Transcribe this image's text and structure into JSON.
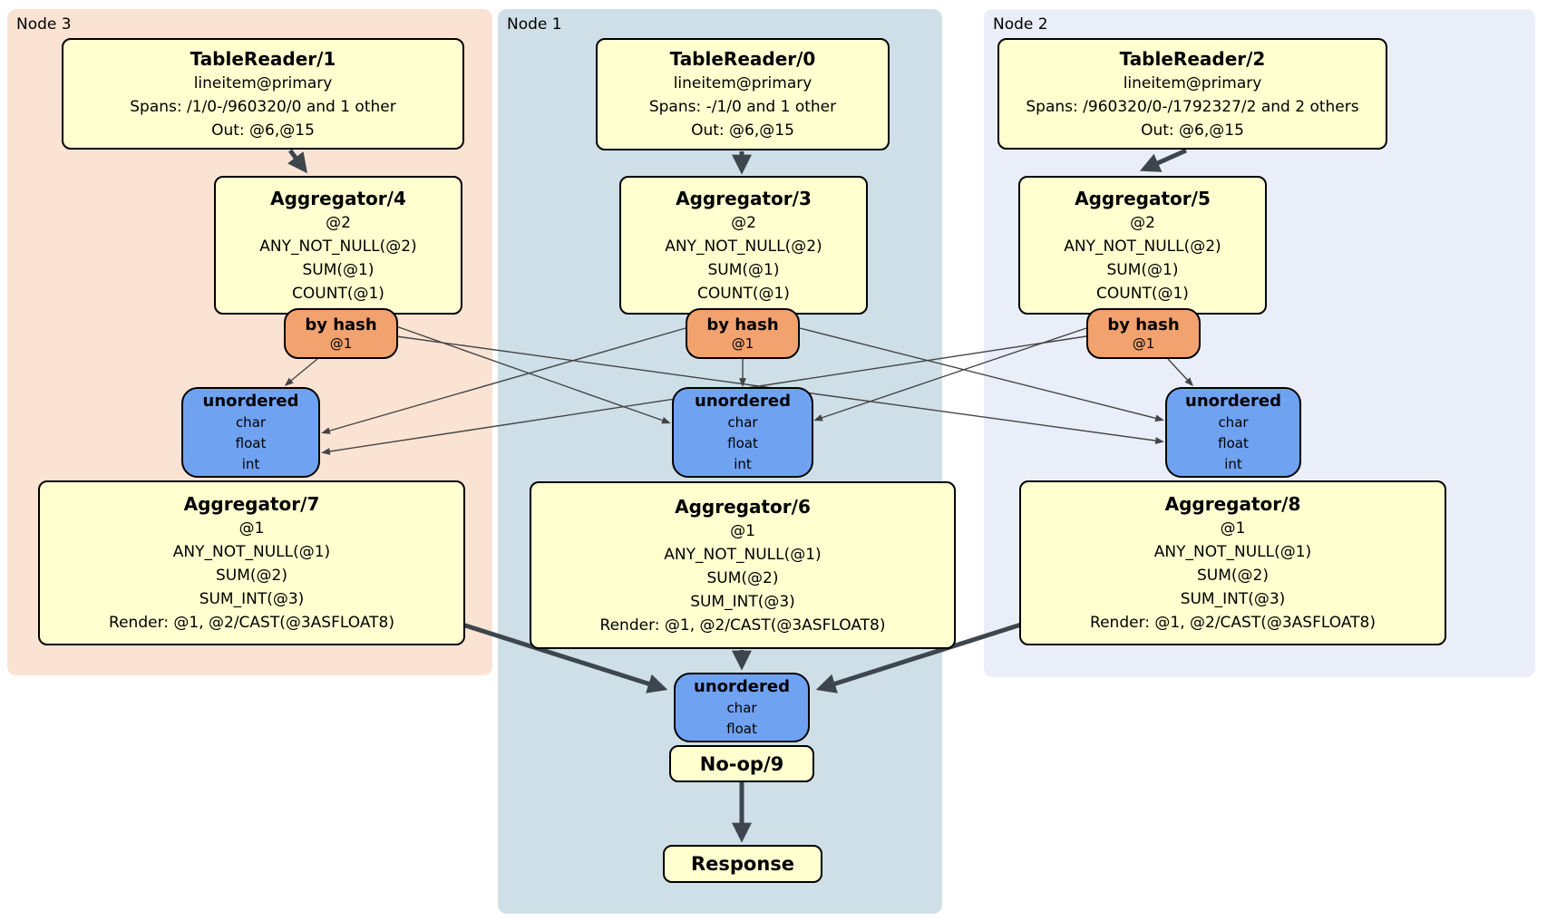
{
  "regions": {
    "node3": {
      "label": "Node 3"
    },
    "node1": {
      "label": "Node 1"
    },
    "node2": {
      "label": "Node 2"
    }
  },
  "boxes": {
    "tr1": {
      "title": "TableReader/1",
      "lines": [
        "lineitem@primary",
        "Spans: /1/0-/960320/0 and 1 other",
        "Out: @6,@15"
      ]
    },
    "tr0": {
      "title": "TableReader/0",
      "lines": [
        "lineitem@primary",
        "Spans: -/1/0 and 1 other",
        "Out: @6,@15"
      ]
    },
    "tr2": {
      "title": "TableReader/2",
      "lines": [
        "lineitem@primary",
        "Spans: /960320/0-/1792327/2 and 2 others",
        "Out: @6,@15"
      ]
    },
    "agg4": {
      "title": "Aggregator/4",
      "lines": [
        "@2",
        "ANY_NOT_NULL(@2)",
        "SUM(@1)",
        "COUNT(@1)"
      ]
    },
    "agg3": {
      "title": "Aggregator/3",
      "lines": [
        "@2",
        "ANY_NOT_NULL(@2)",
        "SUM(@1)",
        "COUNT(@1)"
      ]
    },
    "agg5": {
      "title": "Aggregator/5",
      "lines": [
        "@2",
        "ANY_NOT_NULL(@2)",
        "SUM(@1)",
        "COUNT(@1)"
      ]
    },
    "agg7": {
      "title": "Aggregator/7",
      "lines": [
        "@1",
        "ANY_NOT_NULL(@1)",
        "SUM(@2)",
        "SUM_INT(@3)",
        "Render: @1, @2/CAST(@3ASFLOAT8)"
      ]
    },
    "agg6": {
      "title": "Aggregator/6",
      "lines": [
        "@1",
        "ANY_NOT_NULL(@1)",
        "SUM(@2)",
        "SUM_INT(@3)",
        "Render: @1, @2/CAST(@3ASFLOAT8)"
      ]
    },
    "agg8": {
      "title": "Aggregator/8",
      "lines": [
        "@1",
        "ANY_NOT_NULL(@1)",
        "SUM(@2)",
        "SUM_INT(@3)",
        "Render: @1, @2/CAST(@3ASFLOAT8)"
      ]
    },
    "hash3": {
      "title": "by hash",
      "sub": "@1"
    },
    "hash1": {
      "title": "by hash",
      "sub": "@1"
    },
    "hash2": {
      "title": "by hash",
      "sub": "@1"
    },
    "sync3": {
      "title": "unordered",
      "items": [
        "char",
        "float",
        "int"
      ]
    },
    "sync1": {
      "title": "unordered",
      "items": [
        "char",
        "float",
        "int"
      ]
    },
    "sync2": {
      "title": "unordered",
      "items": [
        "char",
        "float",
        "int"
      ]
    },
    "syncFinal": {
      "title": "unordered",
      "items": [
        "char",
        "float"
      ]
    },
    "noop": {
      "label": "No-op/9"
    },
    "response": {
      "label": "Response"
    }
  },
  "colors": {
    "node3_bg": "#fbe3d3",
    "node1_bg": "#cedfe8",
    "node2_bg": "#e9eef8",
    "processor_bg": "#ffffd0",
    "hash_router_bg": "#f2a26e",
    "sync_bg": "#70a2f2",
    "border": "#000000",
    "thick_edge": "#3e464d",
    "thin_edge": "#444444"
  }
}
